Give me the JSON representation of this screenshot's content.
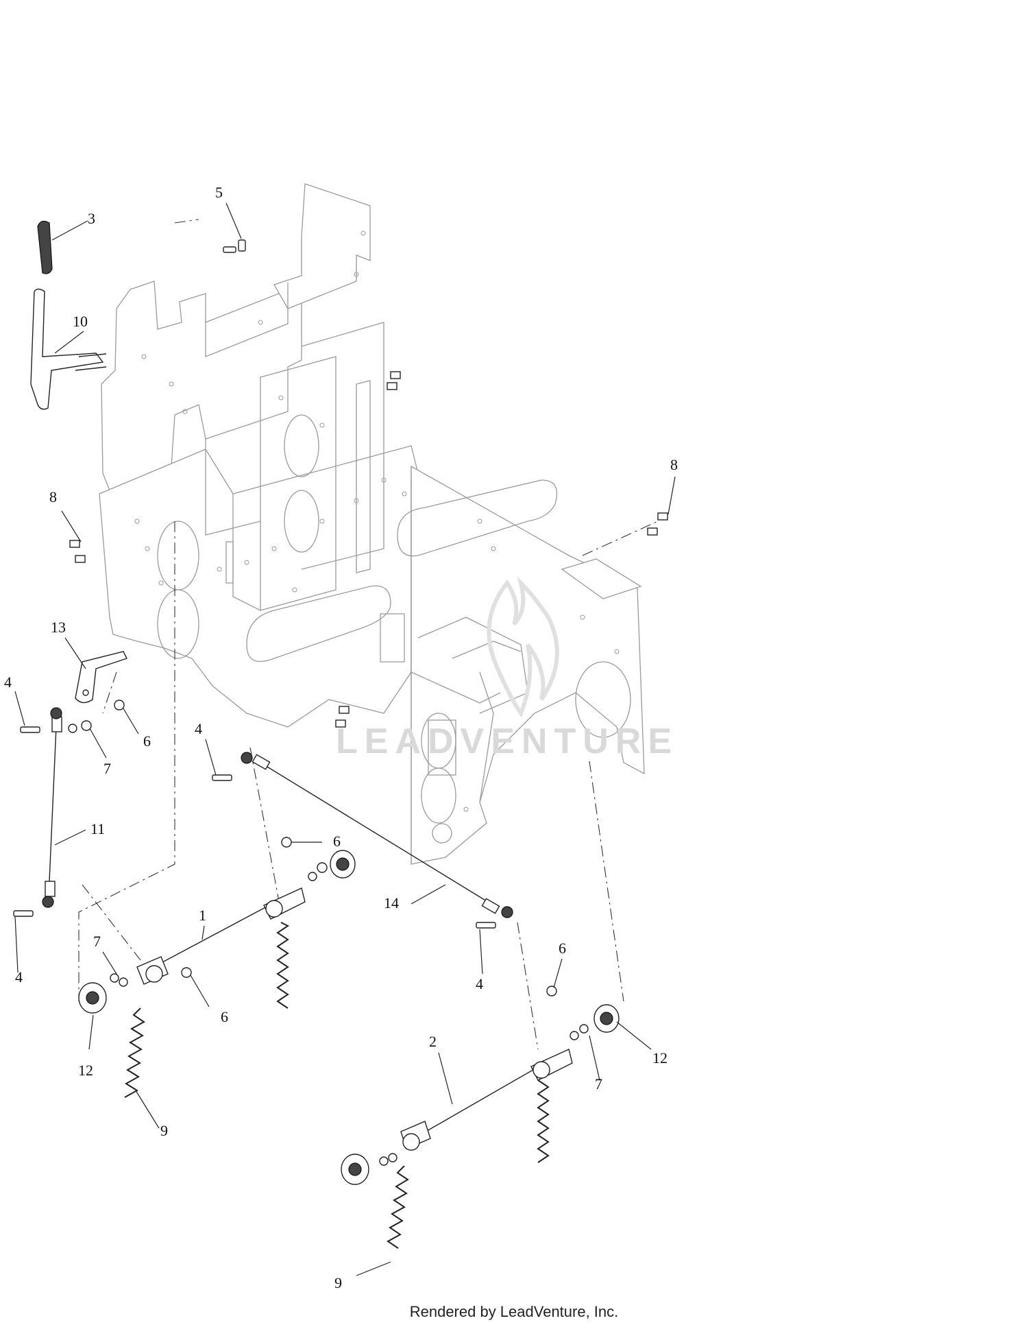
{
  "diagram": {
    "watermark": "LEADVENTURE",
    "footer": "Rendered by LeadVenture, Inc.",
    "callouts": [
      {
        "id": "c3",
        "label": "3"
      },
      {
        "id": "c5",
        "label": "5"
      },
      {
        "id": "c10",
        "label": "10"
      },
      {
        "id": "c8a",
        "label": "8"
      },
      {
        "id": "c8b",
        "label": "8"
      },
      {
        "id": "c13",
        "label": "13"
      },
      {
        "id": "c4a",
        "label": "4"
      },
      {
        "id": "c6a",
        "label": "6"
      },
      {
        "id": "c7a",
        "label": "7"
      },
      {
        "id": "c4b",
        "label": "4"
      },
      {
        "id": "c11",
        "label": "11"
      },
      {
        "id": "c6b",
        "label": "6"
      },
      {
        "id": "c1",
        "label": "1"
      },
      {
        "id": "c14",
        "label": "14"
      },
      {
        "id": "c4c",
        "label": "4"
      },
      {
        "id": "c7b",
        "label": "7"
      },
      {
        "id": "c6c",
        "label": "6"
      },
      {
        "id": "c4d",
        "label": "4"
      },
      {
        "id": "c6d",
        "label": "6"
      },
      {
        "id": "c12a",
        "label": "12"
      },
      {
        "id": "c9a",
        "label": "9"
      },
      {
        "id": "c2",
        "label": "2"
      },
      {
        "id": "c12b",
        "label": "12"
      },
      {
        "id": "c7c",
        "label": "7"
      },
      {
        "id": "c9b",
        "label": "9"
      }
    ]
  }
}
